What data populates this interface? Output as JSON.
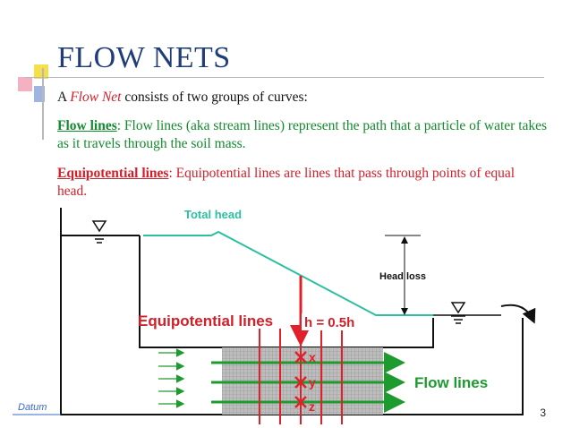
{
  "slide": {
    "title": "FLOW NETS",
    "intro_prefix": "A ",
    "intro_term": "Flow Net",
    "intro_suffix": " consists of two groups of curves:",
    "flow_lines_term": "Flow lines",
    "flow_lines_text": ": Flow lines (aka stream lines) represent the path that a particle of water takes as it travels through the soil mass.",
    "equipotential_term": "Equipotential lines",
    "equipotential_text": ": Equipotential lines are lines that pass through points of equal head.",
    "page_number": "3"
  },
  "diagram": {
    "total_head_label": "Total head",
    "head_loss_label": "Head loss",
    "equipotential_label": "Equipotential lines",
    "h_label": "h = 0.5h",
    "flow_lines_label": "Flow lines",
    "datum_label": "Datum",
    "point_x": "x",
    "point_y": "y",
    "point_z": "z",
    "colors": {
      "head_line": "#2cbfa0",
      "red": "#e0202a",
      "green": "#1e9b2e",
      "soil": "#b9b9b9",
      "datum": "#3a6bc8"
    }
  }
}
